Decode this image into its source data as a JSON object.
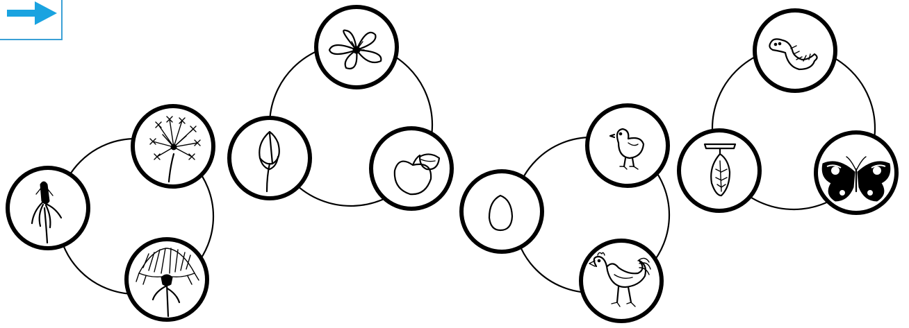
{
  "accent_color": "#1aa3e0",
  "navigation": {
    "icon": "right-arrow-icon"
  },
  "cycles": [
    {
      "id": "dandelion",
      "stages": [
        {
          "icon": "dandelion-bud-icon"
        },
        {
          "icon": "dandelion-seed-head-icon"
        },
        {
          "icon": "dandelion-flower-icon"
        }
      ]
    },
    {
      "id": "apple-tree",
      "stages": [
        {
          "icon": "blossom-icon"
        },
        {
          "icon": "flower-bud-icon"
        },
        {
          "icon": "apple-icon"
        }
      ]
    },
    {
      "id": "chicken",
      "stages": [
        {
          "icon": "egg-icon"
        },
        {
          "icon": "chick-icon"
        },
        {
          "icon": "hen-icon"
        }
      ]
    },
    {
      "id": "butterfly",
      "stages": [
        {
          "icon": "caterpillar-icon"
        },
        {
          "icon": "chrysalis-icon"
        },
        {
          "icon": "butterfly-icon"
        }
      ]
    }
  ]
}
